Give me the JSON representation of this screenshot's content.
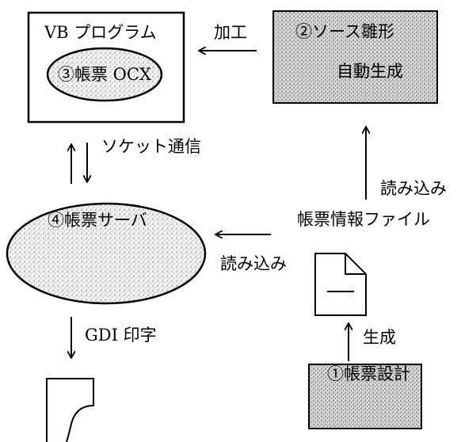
{
  "vb_program": {
    "title": "VB プログラム",
    "inner_label": "③帳票 OCX"
  },
  "source_template": {
    "line1": "②ソース雛形",
    "line2": "自動生成"
  },
  "report_server": {
    "label": "④帳票サーバ"
  },
  "report_design": {
    "label": "①帳票設計"
  },
  "edges": {
    "process": "加工",
    "socket": "ソケット通信",
    "gdi_print": "GDI 印字",
    "read_in_right": "読み込み",
    "read_in_left": "読み込み",
    "generate": "生成"
  },
  "report_info_file": {
    "label": "帳票情報ファイル"
  }
}
